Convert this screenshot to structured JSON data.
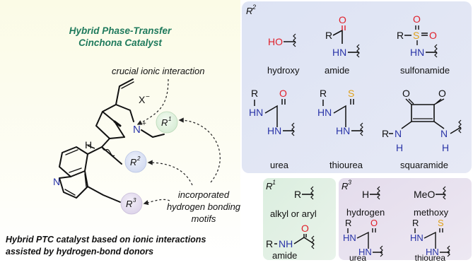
{
  "left": {
    "title_line1": "Hybrid Phase-Transfer",
    "title_line2": "Cinchona Catalyst",
    "ionic_label": "crucial ionic interaction",
    "counter_ion": "X",
    "counter_ion_charge": "−",
    "hbond_line1": "incorporated",
    "hbond_line2": "hydrogen bonding",
    "hbond_line3": "motifs",
    "footer_line1": "Hybrid PTC catalyst based on ionic interactions",
    "footer_line2": "assisted by hydrogen-bond donors",
    "atoms": {
      "N_quin": "N",
      "N_plus": "N",
      "plus": "+",
      "H": "H"
    },
    "r_circles": [
      {
        "R": "R",
        "sup": "1"
      },
      {
        "R": "R",
        "sup": "2"
      },
      {
        "R": "R",
        "sup": "3"
      }
    ]
  },
  "r2_panel": {
    "title": "R",
    "title_sup": "2",
    "items": [
      {
        "label": "hydroxy",
        "atoms": [
          "HO"
        ]
      },
      {
        "label": "amide",
        "atoms": [
          "R",
          "O",
          "HN"
        ]
      },
      {
        "label": "sulfonamide",
        "atoms": [
          "R",
          "S",
          "O",
          "O",
          "HN"
        ]
      },
      {
        "label": "urea",
        "atoms": [
          "R",
          "O",
          "HN",
          "HN"
        ]
      },
      {
        "label": "thiourea",
        "atoms": [
          "R",
          "S",
          "HN",
          "HN"
        ]
      },
      {
        "label": "squaramide",
        "atoms": [
          "O",
          "O",
          "R",
          "N",
          "H",
          "N",
          "H"
        ]
      }
    ]
  },
  "r1_panel": {
    "title": "R",
    "title_sup": "1",
    "items": [
      {
        "label": "alkyl or aryl",
        "atoms": [
          "R"
        ]
      },
      {
        "label": "amide",
        "atoms": [
          "O",
          "R",
          "NH"
        ]
      }
    ]
  },
  "r3_panel": {
    "title": "R",
    "title_sup": "3",
    "items": [
      {
        "label": "hydrogen",
        "atoms": [
          "H"
        ]
      },
      {
        "label": "methoxy",
        "atoms": [
          "MeO"
        ]
      },
      {
        "label": "urea",
        "atoms": [
          "R",
          "O",
          "HN",
          "HN"
        ]
      },
      {
        "label": "thiourea",
        "atoms": [
          "R",
          "S",
          "HN",
          "HN"
        ]
      }
    ]
  },
  "colors": {
    "title_green": "#1f7a5c",
    "nitrogen_blue": "#2a35a8",
    "oxygen_red": "#e0202a",
    "sulfur_orange": "#e0a019",
    "r2_bg": "#dfe4f3",
    "r1_bg": "#e1efe3",
    "r3_bg": "#e9e3ef"
  }
}
